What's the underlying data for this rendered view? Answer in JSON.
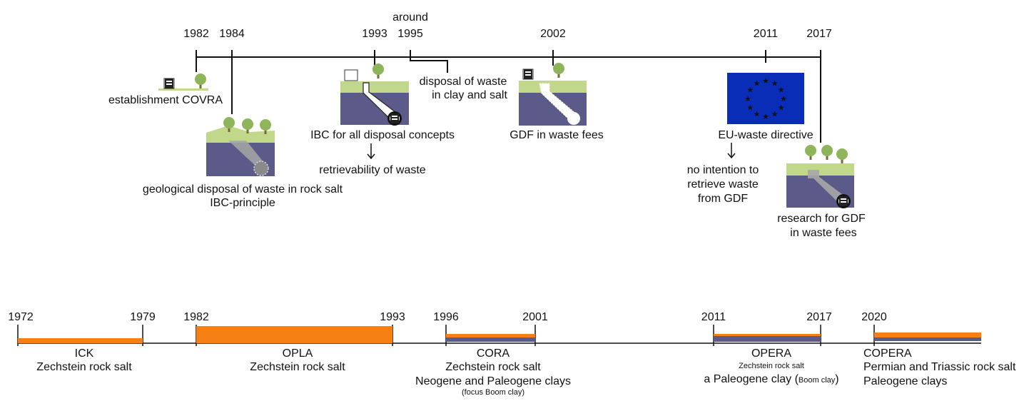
{
  "top_timeline": {
    "ticks": [
      {
        "id": "t1982",
        "label": "1982"
      },
      {
        "id": "t1984",
        "label": "1984"
      },
      {
        "id": "t1993",
        "label": "1993"
      },
      {
        "id": "t1995",
        "label": "1995",
        "prefix": "around"
      },
      {
        "id": "t2002",
        "label": "2002"
      },
      {
        "id": "t2011",
        "label": "2011"
      },
      {
        "id": "t2017",
        "label": "2017"
      }
    ],
    "events": {
      "covra": "establishment COVRA",
      "rock_salt_1": "geological disposal of waste in rock salt",
      "rock_salt_2": "IBC-principle",
      "clay_salt_1": "disposal of waste",
      "clay_salt_2": "in clay and salt",
      "ibc_all": "IBC for all disposal concepts",
      "retrievability": "retrievability of waste",
      "gdf_fees": "GDF in waste fees",
      "eu_directive": "EU-waste directive",
      "no_intention_1": "no intention to",
      "no_intention_2": "retrieve waste",
      "no_intention_3": "from GDF",
      "research_1": "research for GDF",
      "research_2": "in waste fees"
    }
  },
  "bottom_timeline": {
    "years": [
      "1972",
      "1979",
      "1982",
      "1993",
      "1996",
      "2001",
      "2011",
      "2017",
      "2020"
    ],
    "programs": [
      {
        "id": "ick",
        "name": "ICK",
        "lines": [
          "Zechstein rock salt"
        ]
      },
      {
        "id": "opla",
        "name": "OPLA",
        "lines": [
          "Zechstein rock salt"
        ]
      },
      {
        "id": "cora",
        "name": "CORA",
        "lines": [
          "Zechstein rock salt",
          "Neogene and Paleogene clays"
        ],
        "note": "(focus Boom clay)"
      },
      {
        "id": "opera",
        "name": "OPERA",
        "small_line": "Zechstein rock salt",
        "line_main": "a Paleogene clay (",
        "line_small": "Boom clay",
        "line_end": ")"
      },
      {
        "id": "copera",
        "name": "COPERA",
        "lines": [
          "Permian and Triassic rock salt",
          "Paleogene clays"
        ]
      }
    ]
  },
  "colors": {
    "orange": "#f68014",
    "purple": "#5b5a88",
    "green": "#c1d88a",
    "tree": "#8fb55a",
    "trunk": "#7a6a3c",
    "eu_blue": "#0a2db7",
    "eu_star": "#ffde00"
  }
}
